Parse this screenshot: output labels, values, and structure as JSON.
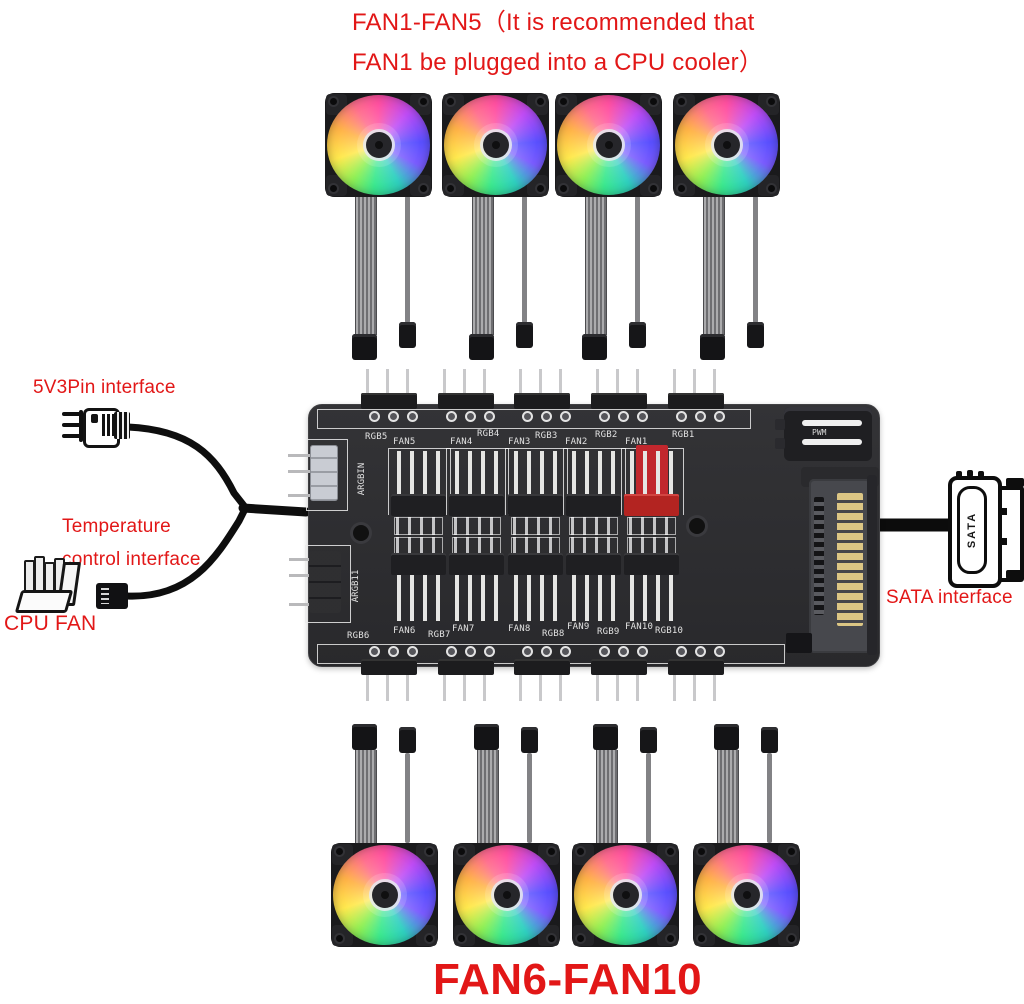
{
  "title": {
    "line1": "FAN1-FAN5（It is recommended that",
    "line2": "FAN1 be plugged into a CPU cooler）"
  },
  "footer": {
    "label": "FAN6-FAN10"
  },
  "annotations": {
    "pin5v3": "5V3Pin interface",
    "temp_line1": "Temperature",
    "temp_line2": "control interface",
    "cpu_fan": "CPU FAN",
    "sata": "SATA interface"
  },
  "pcb": {
    "top_labels": [
      "RGB5",
      "FAN5",
      "FAN4",
      "RGB4",
      "FAN3",
      "RGB3",
      "FAN2",
      "RGB2",
      "FAN1",
      "RGB1"
    ],
    "bottom_labels": [
      "RGB6",
      "FAN6",
      "RGB7",
      "FAN7",
      "FAN8",
      "RGB8",
      "FAN9",
      "RGB9",
      "FAN10",
      "RGB10"
    ],
    "side_labels": {
      "argb_in": "ARGBIN",
      "argb_out": "ARGB11"
    },
    "pwm_label": "PWM",
    "sata_icon_text": "SATA"
  },
  "colors": {
    "accent_red": "#e21717",
    "pcb_body": "#2e2e30",
    "fan1_connector_red": "#c1272d",
    "sata_gold": "#dcc684",
    "fan_ring": [
      "#ff4fa0",
      "#5a50ff",
      "#2fd0c0",
      "#8ff055",
      "#ffe94e",
      "#ffb347"
    ]
  }
}
